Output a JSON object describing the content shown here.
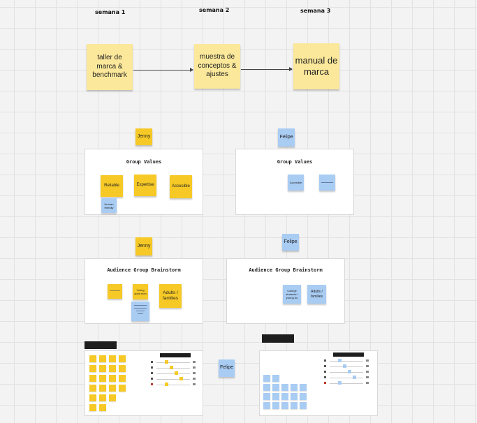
{
  "weeks": [
    "semana 1",
    "semana 2",
    "semana 3"
  ],
  "milestones": [
    "taller de marca & benchmark",
    "muestra de conceptos & ajustes",
    "manual de marca"
  ],
  "owners": {
    "jenny_values": "Jenny",
    "felipe_values": "Felipe",
    "jenny_audience": "Jenny",
    "felipe_audience": "Felipe",
    "felipe_bottom": "Felipe"
  },
  "boards": {
    "values_left": {
      "title": "Group Values",
      "notes": [
        "Reliable",
        "Expertise",
        "Accesible",
        "Human friendly"
      ]
    },
    "values_right": {
      "title": "Group Values",
      "notes": [
        "Accesible"
      ]
    },
    "audience_left": {
      "title": "Audience Group Brainstorm",
      "notes": [
        "Young adult men",
        "Adults / families"
      ]
    },
    "audience_right": {
      "title": "Audience Group Brainstorm",
      "notes": [
        "College students / young do",
        "Adults / families"
      ]
    }
  },
  "colors": {
    "yellow_light": "#fbe89a",
    "yellow": "#f6c926",
    "blue": "#a9ccf3",
    "dark": "#1e1e1e"
  }
}
